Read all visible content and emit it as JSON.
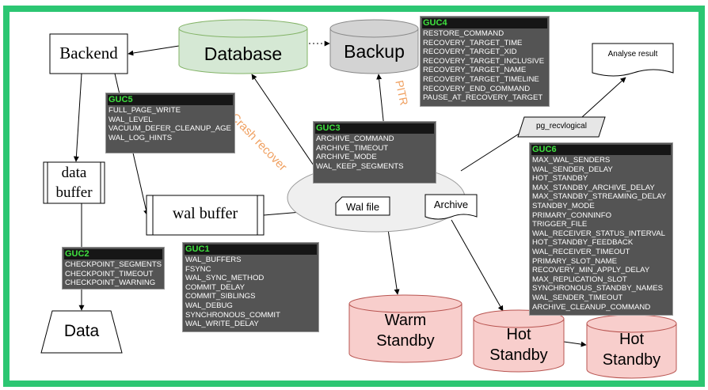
{
  "colors": {
    "frame": "#2cc672",
    "database_fill": "#d5e8d4",
    "database_stroke": "#82b366",
    "backup_fill": "#d3d3d3",
    "standby_fill": "#f8cecc",
    "standby_stroke": "#b85450",
    "guc_header": "#3fe23f",
    "annotation": "#f0a060"
  },
  "nodes": {
    "backend": "Backend",
    "database": "Database",
    "backup": "Backup",
    "analyse_result": "Analyse result",
    "data_buffer_line1": "data",
    "data_buffer_line2": "buffer",
    "wal_buffer": "wal buffer",
    "wal_file": "Wal file",
    "archive": "Archive",
    "pg_recvlogical": "pg_recvlogical",
    "data": "Data",
    "warm_standby_line1": "Warm",
    "warm_standby_line2": "Standby",
    "hot_standby_1_line1": "Hot",
    "hot_standby_1_line2": "Standby",
    "hot_standby_2_line1": "Hot",
    "hot_standby_2_line2": "Standby"
  },
  "annotations": {
    "crash_recover": "Crash recover",
    "pitr": "PITR"
  },
  "gucs": {
    "guc1": {
      "title": "GUC1",
      "items": [
        "WAL_BUFFERS",
        "FSYNC",
        "WAL_SYNC_METHOD",
        "COMMIT_DELAY",
        "COMMIT_SIBLINGS",
        "WAL_DEBUG",
        "SYNCHRONOUS_COMMIT",
        "WAL_WRITE_DELAY"
      ]
    },
    "guc2": {
      "title": "GUC2",
      "items": [
        "CHECKPOINT_SEGMENTS",
        "CHECKPOINT_TIMEOUT",
        "CHECKPOINT_WARNING"
      ]
    },
    "guc3": {
      "title": "GUC3",
      "items": [
        "ARCHIVE_COMMAND",
        "ARCHIVE_TIMEOUT",
        "ARCHIVE_MODE",
        "WAL_KEEP_SEGMENTS"
      ]
    },
    "guc4": {
      "title": "GUC4",
      "items": [
        "RESTORE_COMMAND",
        "RECOVERY_TARGET_TIME",
        "RECOVERY_TARGET_XID",
        "RECOVERY_TARGET_INCLUSIVE",
        "RECOVERY_TARGET_NAME",
        "RECOVERY_TARGET_TIMELINE",
        "RECOVERY_END_COMMAND",
        "PAUSE_AT_RECOVERY_TARGET"
      ]
    },
    "guc5": {
      "title": "GUC5",
      "items": [
        "FULL_PAGE_WRITE",
        "WAL_LEVEL",
        "VACUUM_DEFER_CLEANUP_AGE",
        "WAL_LOG_HINTS"
      ]
    },
    "guc6": {
      "title": "GUC6",
      "items": [
        "MAX_WAL_SENDERS",
        "WAL_SENDER_DELAY",
        "HOT_STANDBY",
        "MAX_STANDBY_ARCHIVE_DELAY",
        "MAX_STANDBY_STREAMING_DELAY",
        "STANDBY_MODE",
        "PRIMARY_CONNINFO",
        "TRIGGER_FILE",
        "WAL_RECEIVER_STATUS_INTERVAL",
        "HOT_STANDBY_FEEDBACK",
        "WAL_RECEIVER_TIMEOUT",
        "PRIMARY_SLOT_NAME",
        "RECOVERY_MIN_APPLY_DELAY",
        "MAX_REPLICATION_SLOT",
        "SYNCHRONOUS_STANDBY_NAMES",
        "WAL_SENDER_TIMEOUT",
        "ARCHIVE_CLEANUP_COMMAND"
      ]
    }
  }
}
